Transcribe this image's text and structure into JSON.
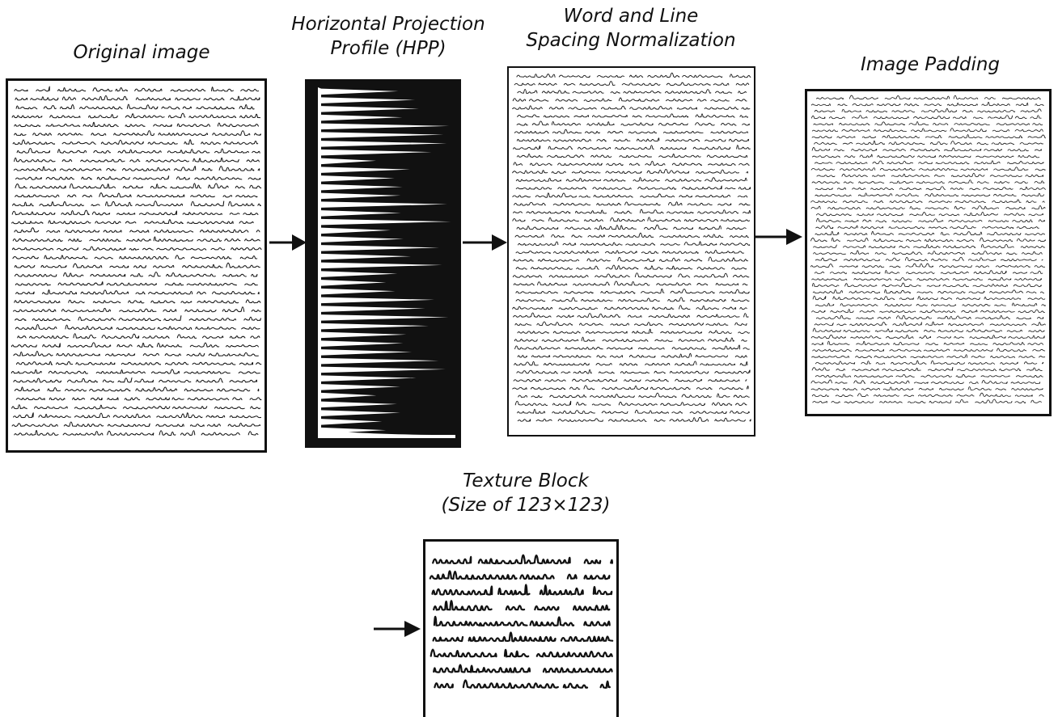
{
  "steps": {
    "original": {
      "caption": "Original image"
    },
    "hpp": {
      "caption_line1": "Horizontal Projection",
      "caption_line2": "Profile (HPP)"
    },
    "normalization": {
      "caption_line1": "Word and Line",
      "caption_line2": "Spacing Normalization"
    },
    "padding": {
      "caption": "Image Padding"
    },
    "texture": {
      "caption_line1": "Texture Block",
      "caption_line2": "(Size of 123×123)"
    }
  },
  "colors": {
    "ink": "#111111",
    "background": "#ffffff"
  },
  "icons": {
    "flow_arrow": "arrow-right-icon",
    "handwriting": "handwriting-scribble"
  }
}
